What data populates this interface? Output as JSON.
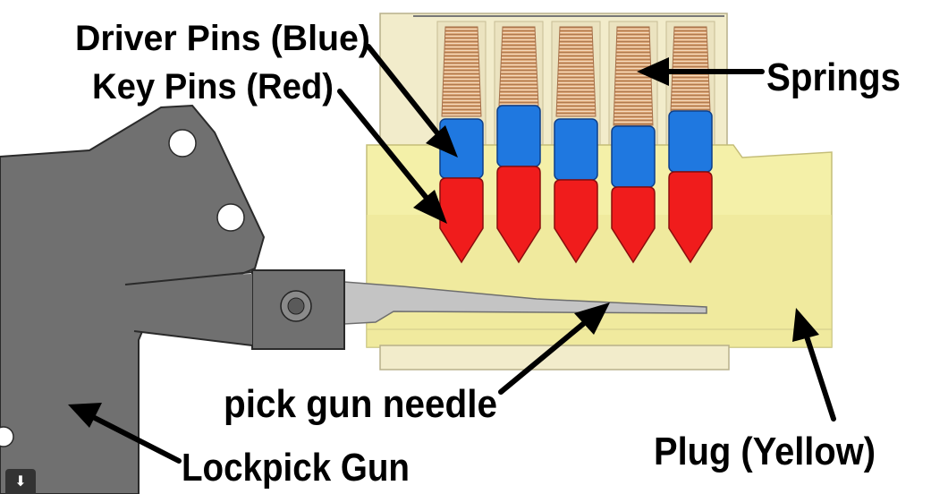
{
  "labels": {
    "driver_pins": "Driver Pins (Blue)",
    "key_pins": "Key Pins (Red)",
    "springs": "Springs",
    "needle": "pick gun needle",
    "lockpick_gun": "Lockpick Gun",
    "plug": "Plug (Yellow)"
  },
  "colors": {
    "driver_pin": "#1f78e0",
    "key_pin": "#f01c1c",
    "spring": "#d9a070",
    "housing": "#f2eccb",
    "plug": "#f4f0a8",
    "gun": "#707070",
    "needle": "#c4c4c4"
  },
  "download_icon": "download-arrow-icon",
  "download_glyph": "⬇"
}
